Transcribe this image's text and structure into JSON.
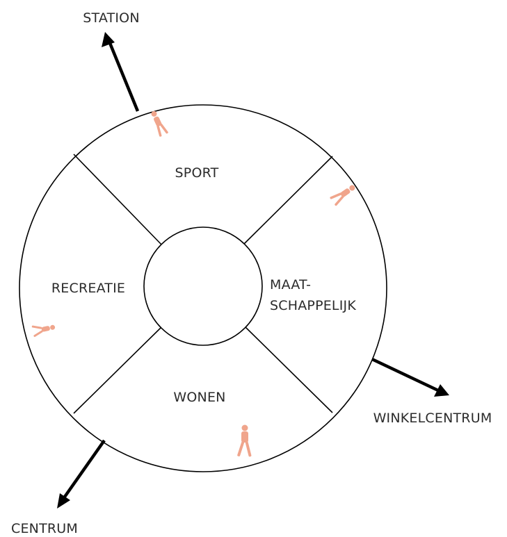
{
  "diagram": {
    "segments": {
      "top": "SPORT",
      "right_line1": "MAAT-",
      "right_line2": "SCHAPPELIJK",
      "bottom": "WONEN",
      "left": "RECREATIE"
    },
    "directions": {
      "top_left": "STATION",
      "bottom_right": "WINKELCENTRUM",
      "bottom_left": "CENTRUM"
    },
    "colors": {
      "lines": "#000000",
      "people": "#f0a58c",
      "text": "#2b2b2b"
    },
    "icons": [
      "walking-person-icon",
      "walking-person-icon",
      "walking-person-icon",
      "walking-person-icon"
    ]
  }
}
